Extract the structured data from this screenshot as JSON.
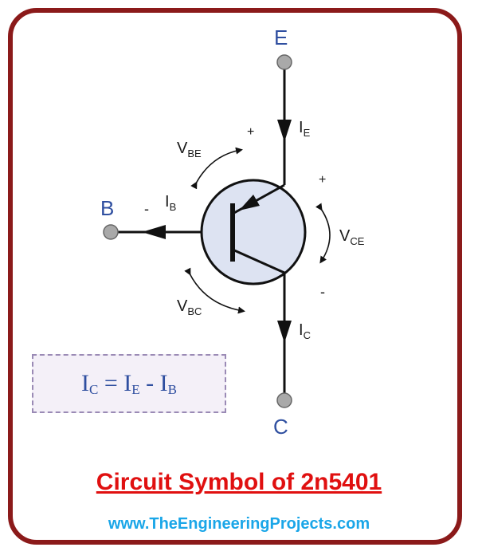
{
  "terminals": {
    "emitter": "E",
    "base": "B",
    "collector": "C"
  },
  "currents": {
    "emitter": {
      "main": "I",
      "sub": "E"
    },
    "base": {
      "main": "I",
      "sub": "B"
    },
    "collector": {
      "main": "I",
      "sub": "C"
    }
  },
  "voltages": {
    "vbe": {
      "main": "V",
      "sub": "BE"
    },
    "vce": {
      "main": "V",
      "sub": "CE"
    },
    "vbc": {
      "main": "V",
      "sub": "BC"
    }
  },
  "polarity": {
    "plus": "+",
    "minus": "-"
  },
  "formula": {
    "lhs": {
      "main": "I",
      "sub": "C"
    },
    "eq": " = ",
    "t1": {
      "main": "I",
      "sub": "E"
    },
    "op": " - ",
    "t2": {
      "main": "I",
      "sub": "B"
    }
  },
  "title": "Circuit Symbol of 2n5401",
  "website": "www.TheEngineeringProjects.com",
  "colors": {
    "frame": "#8b1a1a",
    "terminal_letters": "#2f4fa0",
    "title": "#e01010",
    "website": "#1aa6e8",
    "transistor_fill": "#dde3f2"
  }
}
